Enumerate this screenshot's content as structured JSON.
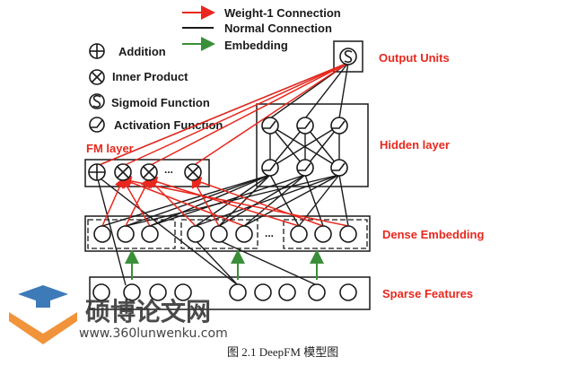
{
  "legend": {
    "weight_connection": "Weight-1 Connection",
    "normal_connection": "Normal Connection",
    "embedding": "Embedding",
    "addition": "Addition",
    "inner_product": "Inner Product",
    "sigmoid": "Sigmoid Function",
    "activation": "Activation Function"
  },
  "labels": {
    "output_units": "Output Units",
    "fm_layer": "FM layer",
    "hidden_layer": "Hidden layer",
    "dense_embedding": "Dense Embedding",
    "sparse_features": "Sparse Features",
    "ellipsis": "..."
  },
  "watermark": {
    "name": "硕博论文网",
    "url": "www.360lunwenku.com"
  },
  "caption": "图  2.1 DeepFM 模型图",
  "colors": {
    "weight": "#e8281e",
    "normal": "#1a1a1a",
    "embedding": "#3a8f3a",
    "label_red": "#e8281e"
  }
}
